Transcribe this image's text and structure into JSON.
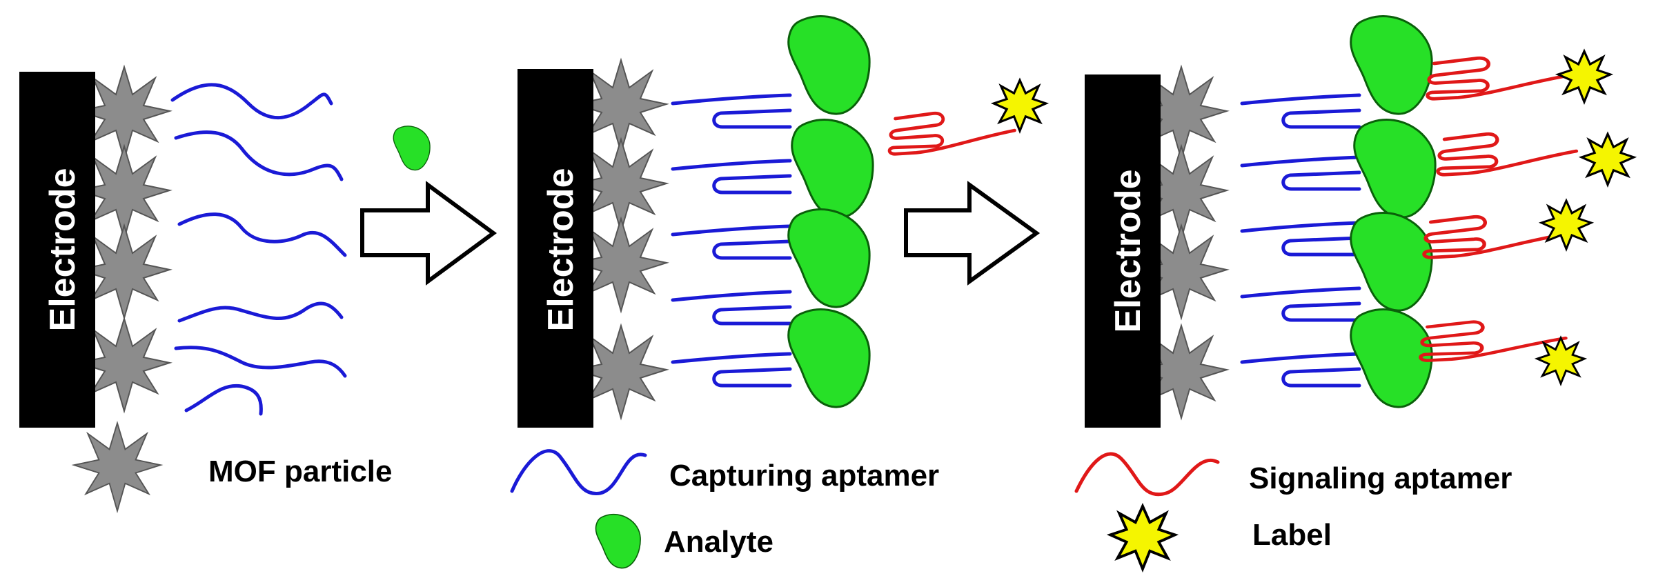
{
  "electrode_label": "Electrode",
  "legend": {
    "mof": "MOF particle",
    "capturing": "Capturing aptamer",
    "analyte": "Analyte",
    "signaling": "Signaling aptamer",
    "label": "Label"
  },
  "colors": {
    "electrode": "#000000",
    "mof": "#8c8c8c",
    "capturing_aptamer": "#1a1ad6",
    "analyte": "#27e027",
    "signaling_aptamer": "#e01818",
    "label": "#f5f500"
  },
  "panels": [
    {
      "name": "panel-1-bare-sensor",
      "analytes_bound": 0,
      "labels_bound": 0
    },
    {
      "name": "panel-2-analyte-capture",
      "analytes_bound": 4,
      "labels_bound": 0
    },
    {
      "name": "panel-3-signal-labeling",
      "analytes_bound": 4,
      "labels_bound": 4
    }
  ]
}
